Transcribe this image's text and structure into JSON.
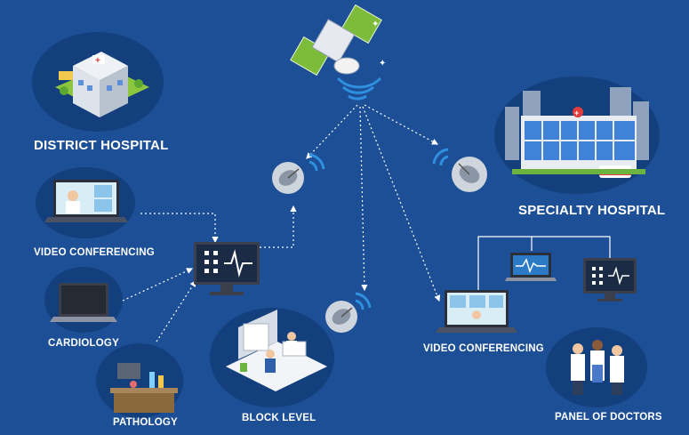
{
  "labels": {
    "district_hospital": "DISTRICT HOSPITAL",
    "video_conferencing_left": "VIDEO CONFERENCING",
    "cardiology": "CARDIOLOGY",
    "pathology": "PATHOLOGY",
    "block_level": "BLOCK LEVEL",
    "specialty_hospital": "SPECIALTY HOSPITAL",
    "video_conferencing_right": "VIDEO CONFERENCING",
    "panel_of_doctors": "PANEL OF DOCTORS"
  },
  "colors": {
    "background": "#1d4f96",
    "blob": "#143f7d",
    "link": "#ffffff",
    "signal": "#2f8fe0",
    "monitor_screen": "#1b2b45",
    "ecg_line": "#7fd0ff"
  },
  "icons": [
    "satellite-icon",
    "hospital-building-icon",
    "city-hospital-icon",
    "laptop-video-call-icon",
    "laptop-icon",
    "lab-bench-icon",
    "clinic-room-icon",
    "doctors-group-icon",
    "ecg-monitor-icon",
    "satellite-dish-icon",
    "wifi-signal-icon"
  ]
}
